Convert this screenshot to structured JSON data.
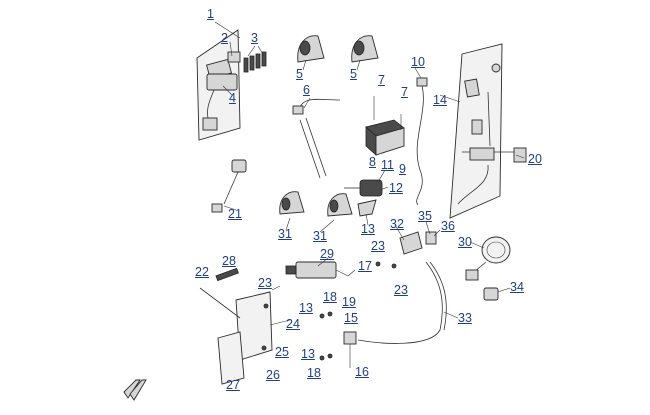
{
  "callouts": {
    "c1": "1",
    "c2": "2",
    "c3": "3",
    "c4": "4",
    "c5a": "5",
    "c5b": "5",
    "c6": "6",
    "c7a": "7",
    "c7b": "7",
    "c8": "8",
    "c9": "9",
    "c10": "10",
    "c11": "11",
    "c12": "12",
    "c13a": "13",
    "c13b": "13",
    "c13c": "13",
    "c14": "14",
    "c15": "15",
    "c16": "16",
    "c17": "17",
    "c18a": "18",
    "c18b": "18",
    "c19": "19",
    "c20": "20",
    "c21": "21",
    "c22": "22",
    "c23a": "23",
    "c23b": "23",
    "c23c": "23",
    "c24": "24",
    "c25": "25",
    "c26": "26",
    "c27": "27",
    "c28": "28",
    "c29": "29",
    "c30": "30",
    "c31a": "31",
    "c31b": "31",
    "c32": "32",
    "c33": "33",
    "c34": "34",
    "c35": "35",
    "c36": "36"
  },
  "colors": {
    "callout_text": "#1f3f86",
    "line_art": "#2b2b2b",
    "background": "#ffffff"
  },
  "icons": {
    "logo": "perspective-brand-mark-icon"
  }
}
